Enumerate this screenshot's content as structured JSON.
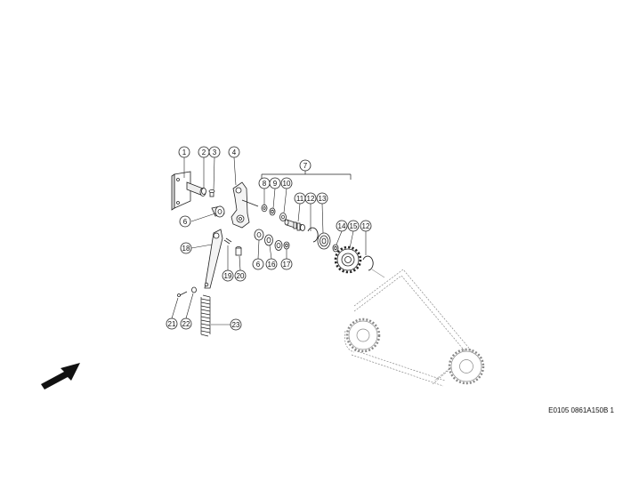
{
  "diagram": {
    "callouts": [
      {
        "id": "c1",
        "num": "1"
      },
      {
        "id": "c2",
        "num": "2"
      },
      {
        "id": "c3",
        "num": "3"
      },
      {
        "id": "c4",
        "num": "4"
      },
      {
        "id": "c6a",
        "num": "6"
      },
      {
        "id": "c7",
        "num": "7"
      },
      {
        "id": "c8",
        "num": "8"
      },
      {
        "id": "c9",
        "num": "9"
      },
      {
        "id": "c10",
        "num": "10"
      },
      {
        "id": "c11",
        "num": "11"
      },
      {
        "id": "c12a",
        "num": "12"
      },
      {
        "id": "c13",
        "num": "13"
      },
      {
        "id": "c14",
        "num": "14"
      },
      {
        "id": "c15",
        "num": "15"
      },
      {
        "id": "c12b",
        "num": "12"
      },
      {
        "id": "c18",
        "num": "18"
      },
      {
        "id": "c19",
        "num": "19"
      },
      {
        "id": "c20",
        "num": "20"
      },
      {
        "id": "c6b",
        "num": "6"
      },
      {
        "id": "c16",
        "num": "16"
      },
      {
        "id": "c17",
        "num": "17"
      },
      {
        "id": "c21",
        "num": "21"
      },
      {
        "id": "c22",
        "num": "22"
      },
      {
        "id": "c23",
        "num": "23"
      }
    ],
    "document_code": "E0105 0861A150B 1"
  }
}
